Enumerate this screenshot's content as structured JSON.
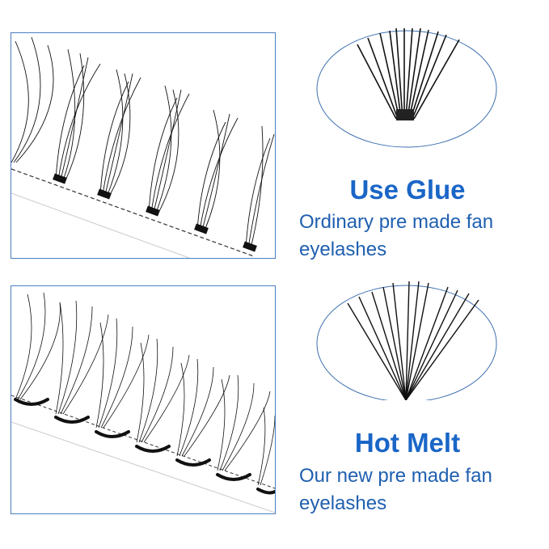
{
  "comparison": [
    {
      "title": "Use Glue",
      "description_line1": "Ordinary pre made fan",
      "description_line2": "eyelashes",
      "image": "glue-bonded-fan-lashes-photo",
      "diagram": "glue-fan-base-diagram"
    },
    {
      "title": "Hot Melt",
      "description_line1": "Our new pre made fan",
      "description_line2": "eyelashes",
      "image": "hot-melt-fan-lashes-photo",
      "diagram": "hot-melt-point-base-diagram"
    }
  ],
  "colors": {
    "frame": "#4a7fc1",
    "title": "#1a66c7",
    "description": "#1f5fb0",
    "lash": "#111111"
  }
}
